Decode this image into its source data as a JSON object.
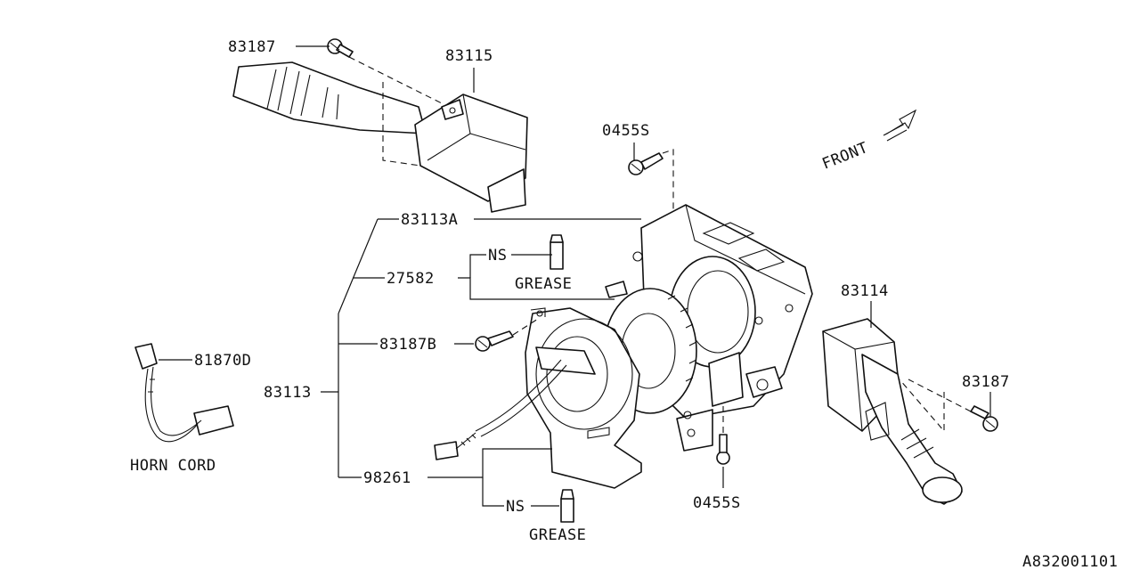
{
  "diagram": {
    "labels": {
      "p83187_top": "83187",
      "p83115": "83115",
      "p0455s_top": "0455S",
      "front": "FRONT",
      "p83113a": "83113A",
      "ns_top": "NS",
      "grease_top": "GREASE",
      "p27582": "27582",
      "p83114": "83114",
      "p83187b": "83187B",
      "p81870d": "81870D",
      "p83113": "83113",
      "p83187_right": "83187",
      "horn_cord": "HORN CORD",
      "p98261": "98261",
      "ns_bottom": "NS",
      "p0455s_bottom": "0455S",
      "grease_bottom": "GREASE",
      "diagram_id": "A832001101"
    }
  }
}
